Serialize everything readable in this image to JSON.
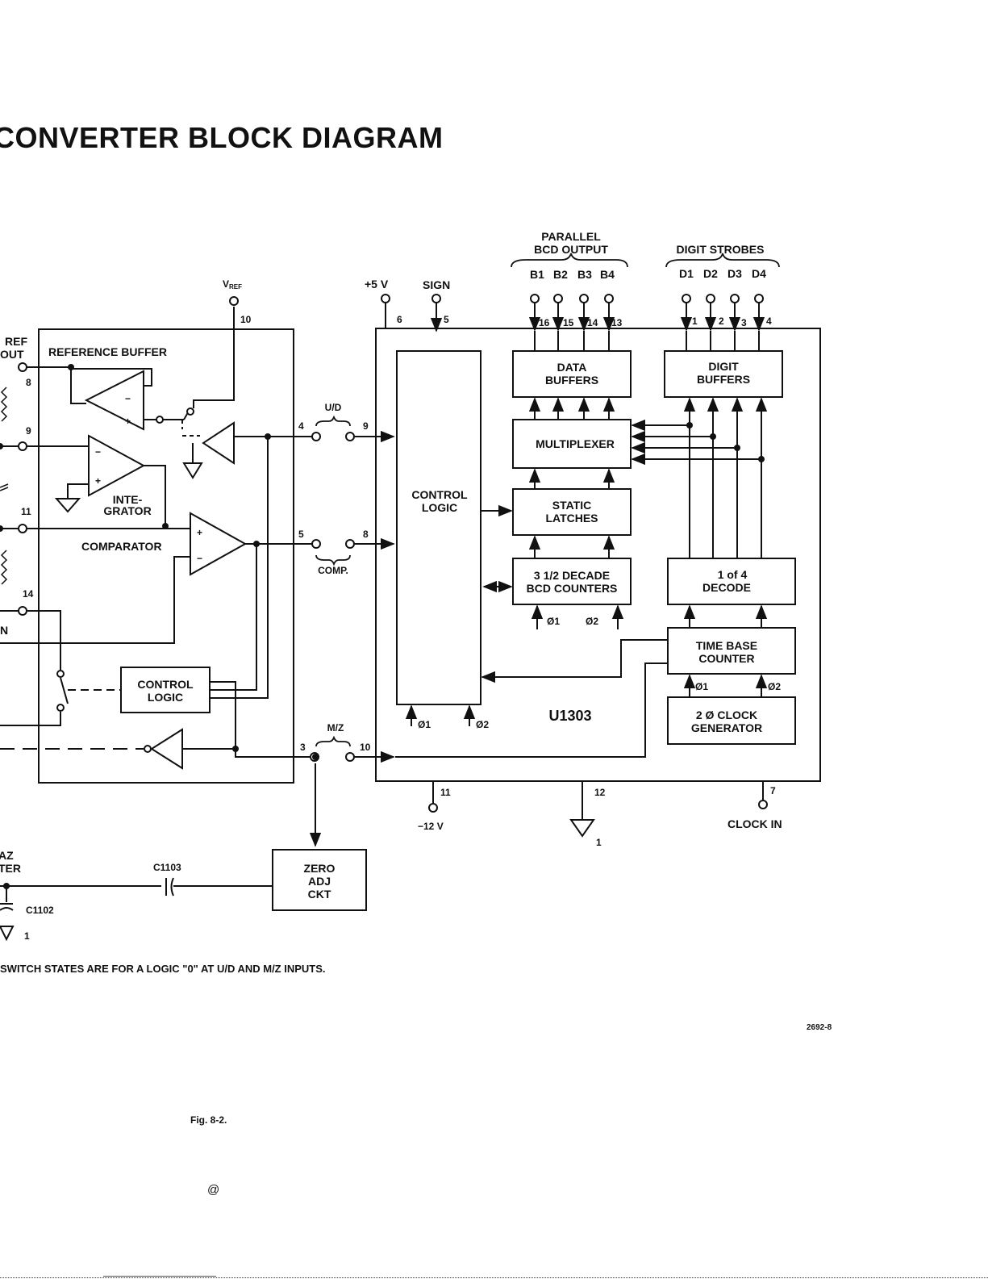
{
  "title": "CONVERTER BLOCK DIAGRAM",
  "groups": {
    "parallel_bcd_output": [
      "PARALLEL",
      "BCD OUTPUT"
    ],
    "digit_strobes": "DIGIT STROBES"
  },
  "bcd_outputs": [
    "B1",
    "B2",
    "B3",
    "B4"
  ],
  "bcd_pins": [
    "16",
    "15",
    "14",
    "13"
  ],
  "digit_outputs": [
    "D1",
    "D2",
    "D3",
    "D4"
  ],
  "digit_pins": [
    "1",
    "2",
    "3",
    "4"
  ],
  "terminals": {
    "vref": "V",
    "vref_sub": "REF",
    "vref_pin": "10",
    "plus5v": "+5 V",
    "plus5v_pin": "6",
    "sign": "SIGN",
    "sign_pin": "5",
    "minus12v": "−12 V",
    "minus12v_pin": "11",
    "gnd_pin": "12",
    "gnd_label": "1",
    "clock_in": "CLOCK IN",
    "clock_pin": "7",
    "ref_out": [
      "REF",
      "OUT"
    ],
    "n_label": "N",
    "left_pins": [
      "8",
      "9",
      "11",
      "14"
    ]
  },
  "analog_blocks": {
    "reference_buffer": "REFERENCE BUFFER",
    "integrator": [
      "INTE-",
      "GRATOR"
    ],
    "comparator": "COMPARATOR",
    "control_logic": [
      "CONTROL",
      "LOGIC"
    ],
    "plus": "+",
    "minus": "−"
  },
  "links": {
    "ud": "U/D",
    "ud_pins": [
      "4",
      "9"
    ],
    "comp": "COMP.",
    "comp_pins": [
      "5",
      "8"
    ],
    "mz": "M/Z",
    "mz_pins": [
      "3",
      "10"
    ]
  },
  "digital_blocks": {
    "control_logic": [
      "CONTROL",
      "LOGIC"
    ],
    "data_buffers": [
      "DATA",
      "BUFFERS"
    ],
    "digit_buffers": [
      "DIGIT",
      "BUFFERS"
    ],
    "multiplexer": "MULTIPLEXER",
    "static_latches": [
      "STATIC",
      "LATCHES"
    ],
    "bcd_counters": [
      "3 1/2 DECADE",
      "BCD COUNTERS"
    ],
    "decode": [
      "1 of 4",
      "DECODE"
    ],
    "time_base": [
      "TIME BASE",
      "COUNTER"
    ],
    "clock_gen": [
      "2 Ø CLOCK",
      "GENERATOR"
    ],
    "phi1": "Ø1",
    "phi2": "Ø2",
    "chip": "U1303"
  },
  "bottom": {
    "az_filter": [
      "AZ",
      "TER"
    ],
    "c1103": "C1103",
    "c1102": "C1102",
    "gnd1": "1",
    "zero_adj": [
      "ZERO",
      "ADJ",
      "CKT"
    ]
  },
  "footnote": "SWITCH STATES ARE FOR A LOGIC \"0\" AT U/D AND M/Z INPUTS.",
  "figure_ref": "2692-8",
  "caption": "Fig. 8-2.",
  "at_symbol": "@"
}
